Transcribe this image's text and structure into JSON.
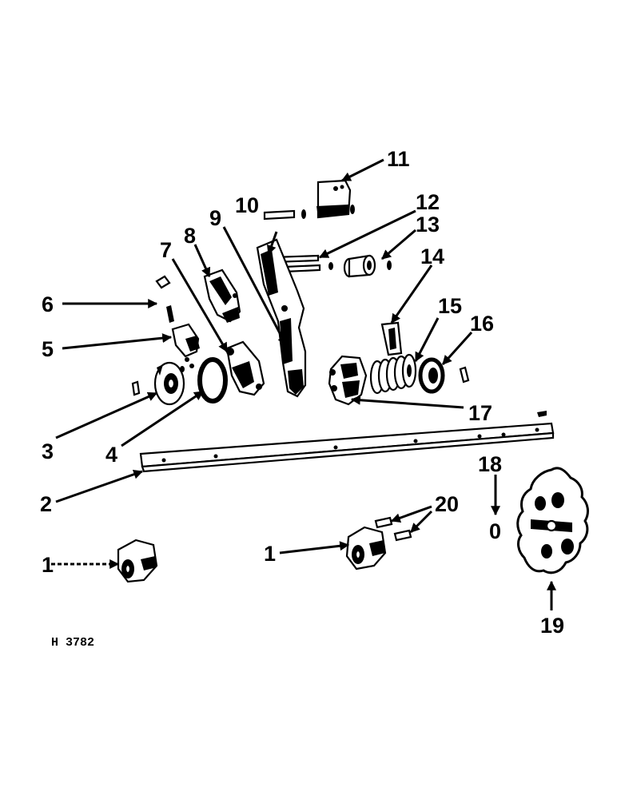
{
  "diagram": {
    "reference_code": "H 3782",
    "callouts": {
      "c1a": "1",
      "c1b": "1",
      "c2": "2",
      "c3": "3",
      "c4": "4",
      "c5": "5",
      "c6": "6",
      "c7": "7",
      "c8": "8",
      "c9": "9",
      "c10": "10",
      "c11": "11",
      "c12": "12",
      "c13": "13",
      "c14": "14",
      "c15": "15",
      "c16": "16",
      "c17": "17",
      "c18": "18",
      "c19": "19",
      "c20": "20"
    },
    "zero_mark": "0"
  }
}
